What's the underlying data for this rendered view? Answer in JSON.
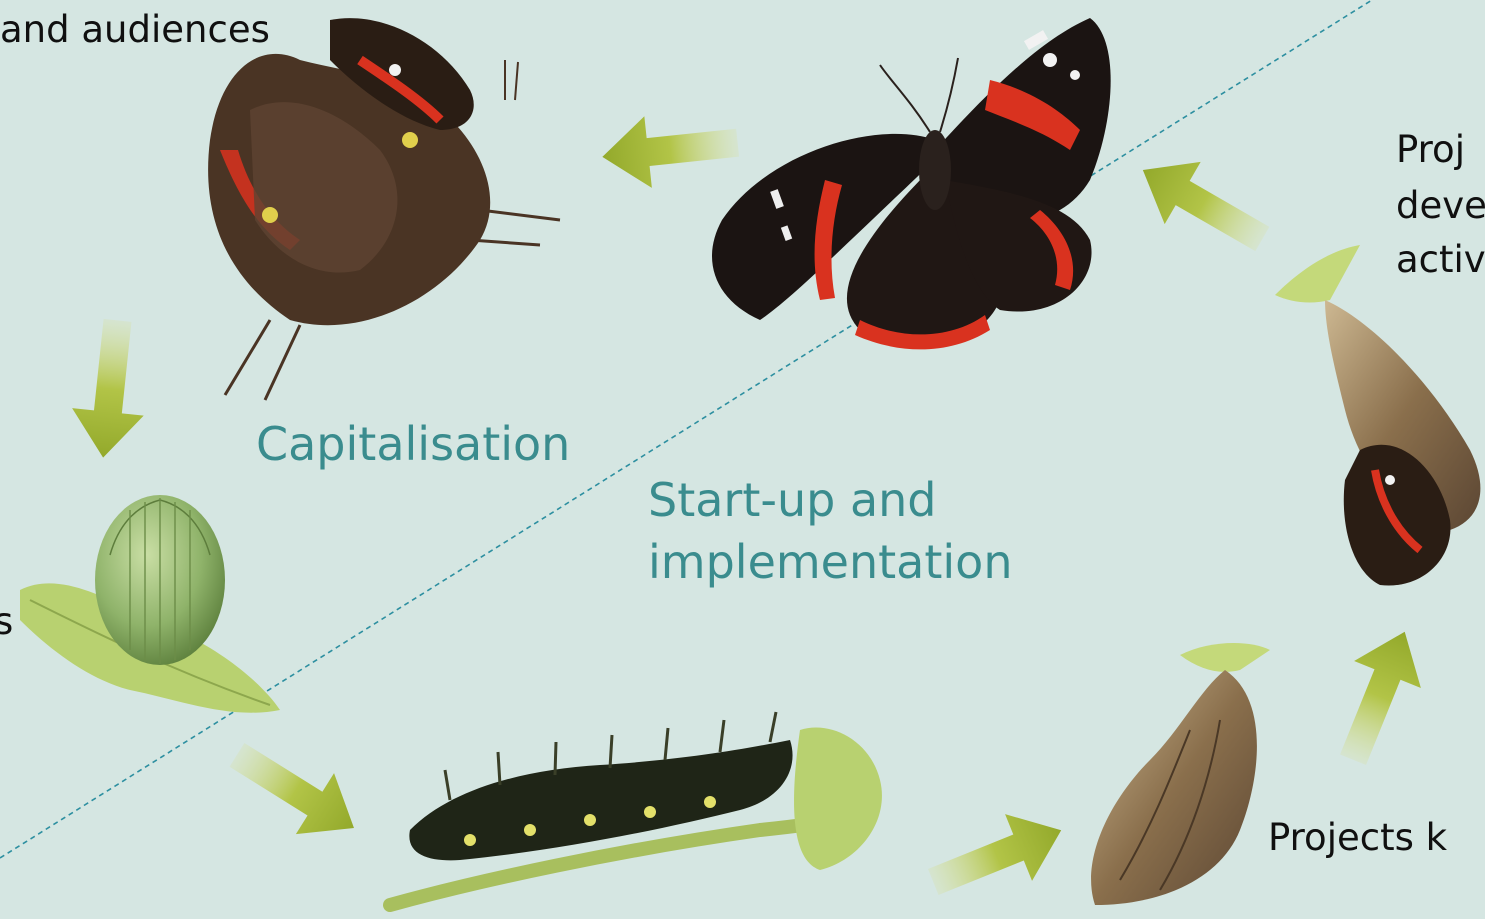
{
  "labels": {
    "top_left_fragment": "and audiences",
    "left_fragment": "s",
    "right_fragment_lines": [
      "Proj",
      "deve",
      "activ"
    ],
    "bottom_right_fragment": "Projects k",
    "capitalisation": "Capitalisation",
    "startup_lines": [
      "Start-up and",
      "implementation"
    ]
  },
  "colors": {
    "background": "#d5e6e2",
    "teal_text": "#3a8c8e",
    "divider": "#2d8fa0",
    "arrow_green": "#a7bb3a",
    "butterfly_red": "#d9321f",
    "wing_black": "#1b1412"
  },
  "stages": [
    "egg",
    "caterpillar",
    "chrysalis",
    "emerging-butterfly",
    "adult-butterfly",
    "resting-butterfly"
  ]
}
